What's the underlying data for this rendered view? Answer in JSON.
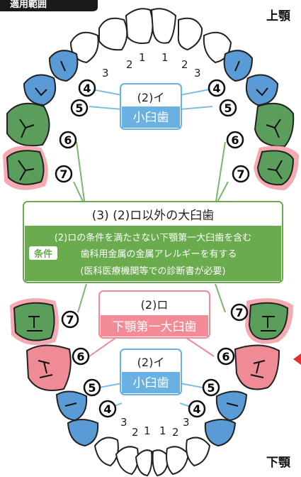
{
  "header": {
    "label": "適用範囲"
  },
  "jaw": {
    "upper": "上顎",
    "lower": "下顎"
  },
  "upper": {
    "numbers": [
      "2",
      "1",
      "1",
      "2",
      "3",
      "3"
    ],
    "circles": [
      "4",
      "4",
      "5",
      "5",
      "6",
      "6",
      "7",
      "7"
    ],
    "box": {
      "top": "(2)イ",
      "bottom": "小臼歯"
    }
  },
  "molar_box": {
    "title": "(3) (2)ロ以外の大臼歯",
    "line1": "(2)ロの条件を満たさない下顎第一大臼歯を含む",
    "tag": "条件",
    "line2": "歯科用金属の金属アレルギーを有する",
    "line3": "(医科医療機関等での診断書が必要)"
  },
  "lower": {
    "box_ro": {
      "top": "(2)ロ",
      "bottom": "下顎第一大臼歯"
    },
    "box_i": {
      "top": "(2)イ",
      "bottom": "小臼歯"
    },
    "circles": [
      "7",
      "7",
      "6",
      "6",
      "5",
      "5",
      "4",
      "4"
    ],
    "numbers": [
      "3",
      "2",
      "1",
      "1",
      "2",
      "3"
    ]
  },
  "colors": {
    "premolar": "#5b9bd5",
    "molar": "#5b9e5b",
    "first_molar_lower": "#ee8b95",
    "highlight": "#f5aab2",
    "box_blue": "#6ab0e0",
    "box_green": "#6aab4e",
    "box_pink": "#f28b96"
  }
}
